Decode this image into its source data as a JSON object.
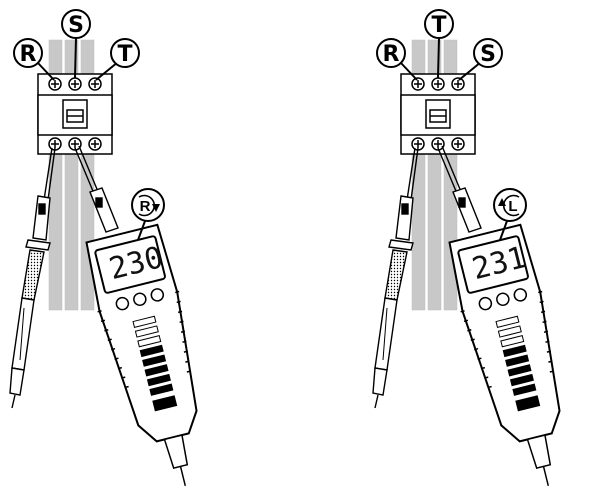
{
  "panels": [
    {
      "id": "left",
      "terminals": [
        "R",
        "S",
        "T"
      ],
      "reading": "230",
      "indicator": {
        "letter": "R",
        "arrow": "down"
      }
    },
    {
      "id": "right",
      "terminals": [
        "R",
        "T",
        "S"
      ],
      "reading": "231",
      "indicator": {
        "letter": "L",
        "arrow": "up"
      }
    }
  ],
  "colors": {
    "ink": "#000000",
    "wire": "#c8c8c8",
    "background": "#ffffff"
  }
}
